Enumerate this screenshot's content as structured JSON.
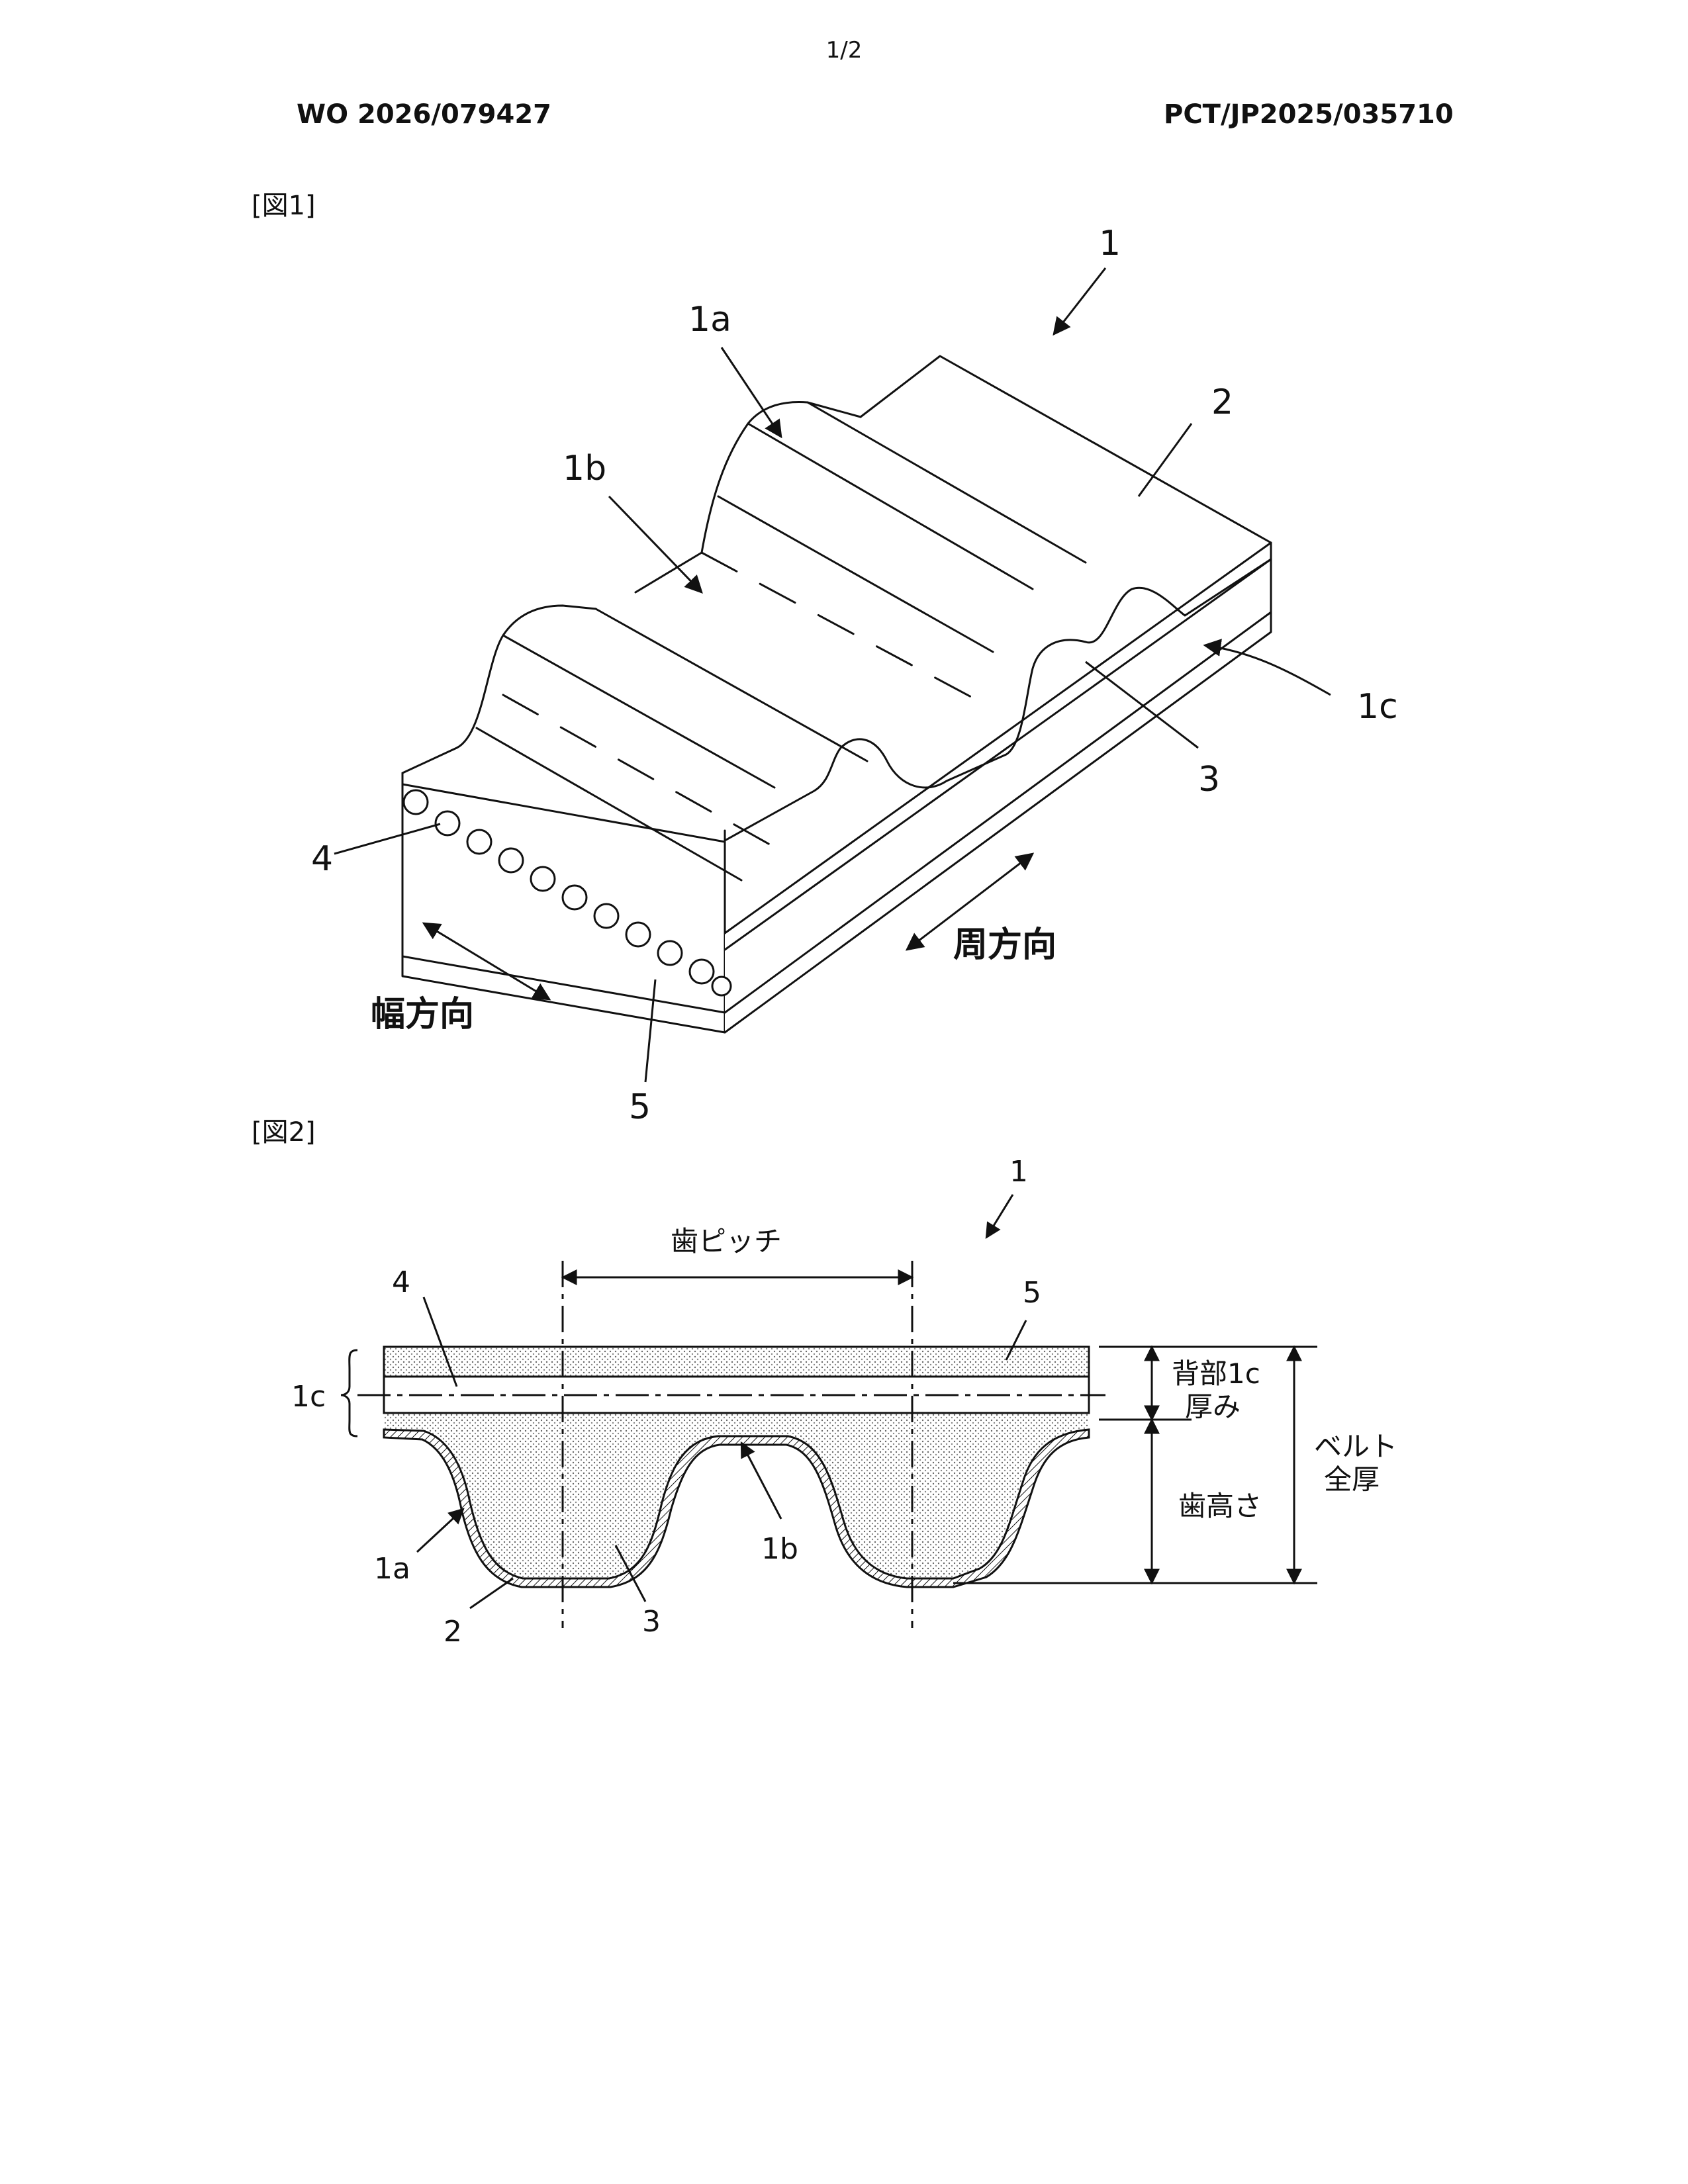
{
  "page": {
    "number": "1/2"
  },
  "header": {
    "publication": "WO 2026/079427",
    "application": "PCT/JP2025/035710"
  },
  "fig1": {
    "label": "[図1]",
    "refs": {
      "belt": "1",
      "tooth": "1a",
      "land": "1b",
      "back": "1c",
      "cover": "2",
      "body": "3",
      "cord": "4",
      "back_rubber": "5"
    },
    "circumferential": "周方向",
    "width_dir": "幅方向"
  },
  "fig2": {
    "label": "[図2]",
    "refs": {
      "belt": "1",
      "tooth": "1a",
      "land": "1b",
      "back": "1c",
      "cover": "2",
      "body": "3",
      "cord": "4",
      "back_rubber": "5"
    },
    "tooth_pitch": "歯ピッチ",
    "back_thickness_1": "背部1c",
    "back_thickness_2": "厚み",
    "tooth_height": "歯高さ",
    "total_thickness_1": "ベルト",
    "total_thickness_2": "全厚"
  }
}
